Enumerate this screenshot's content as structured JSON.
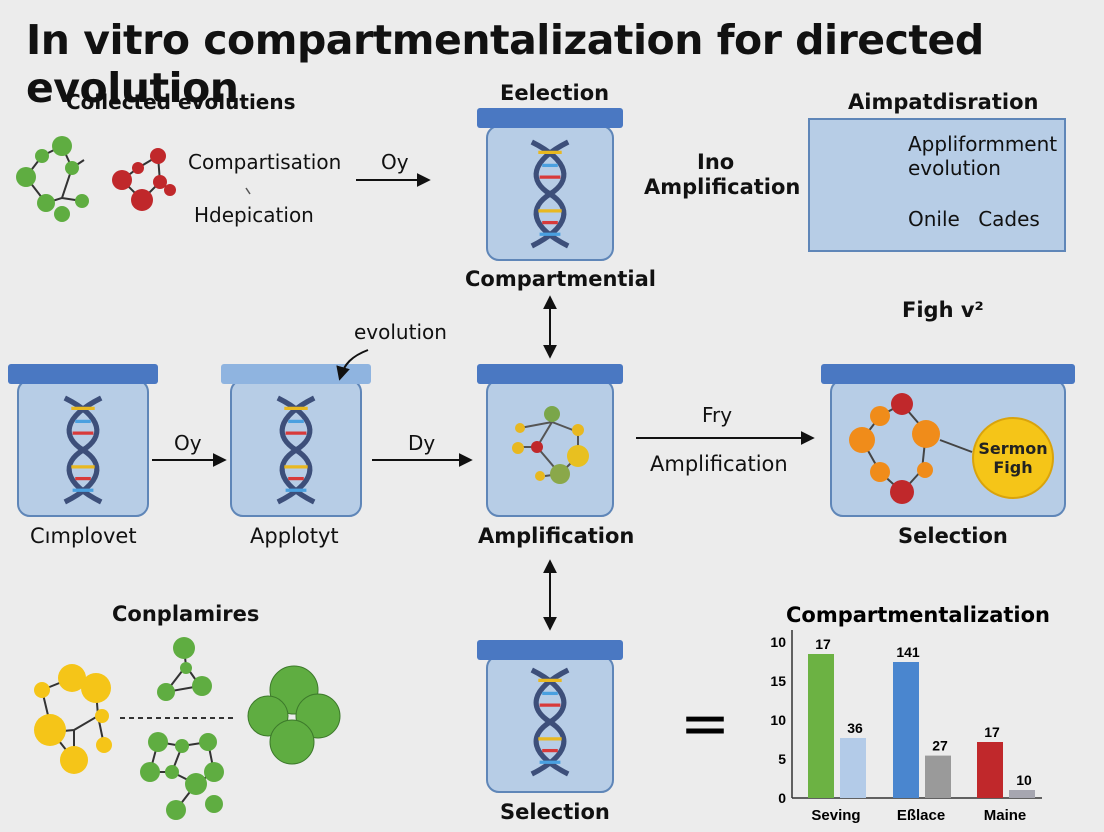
{
  "title": "In vitro compartmentalization for directed evolution",
  "labels": {
    "collected": "Coilected evolutiens",
    "compartisation": "Compartisation",
    "hdepication": "Hdepication",
    "oy_top": "Oy",
    "eelection": "Eelection",
    "ino": "Ino",
    "amplification_top": "Amplification",
    "aimpatdisration": "Aimpatdisration",
    "info_line1": "Appliformment",
    "info_line2": "evolution",
    "info_line3": "Onile  Cades",
    "compartmential": "Compartmential",
    "figh_v2": "Figh  v²",
    "evolution_arrow": "evolution",
    "oy_mid": "Oy",
    "dy": "Dy",
    "fry": "Fry",
    "amplification_arrow": "Amplification",
    "badge_line1": "Sermon",
    "badge_line2": "Figh",
    "cimplovet": "Cımplovet",
    "applotyt": "Applotyt",
    "amplification_mid": "Amplification",
    "selection_right": "Selection",
    "conplamires": "Conplamires",
    "selection_bottom": "Selection",
    "equals": "="
  },
  "colors": {
    "container_fill": "#b7cde6",
    "container_stroke": "#5f86b8",
    "lid": "#4a78c2",
    "green": "#5fad41",
    "red": "#c0282b",
    "yellow": "#f5c518",
    "orange": "#f08c1a"
  },
  "chart_data": {
    "type": "bar",
    "title": "Compartmentalization",
    "categories": [
      "Seving",
      "Eßlace",
      "Maine"
    ],
    "series": [
      {
        "values": [
          18,
          17,
          7
        ],
        "labels": [
          "17",
          "141",
          "17"
        ],
        "colors": [
          "#6cb243",
          "#4a86cf",
          "#c0282b"
        ]
      },
      {
        "values": [
          7.5,
          5.3,
          1
        ],
        "labels": [
          "36",
          "27",
          "10"
        ],
        "colors": [
          "#b3cbe8",
          "#9a9a9a",
          "#a6a6b0"
        ]
      }
    ],
    "yticks": [
      "0",
      "5",
      "10",
      "15",
      "10"
    ],
    "ylim": [
      0,
      20
    ]
  }
}
